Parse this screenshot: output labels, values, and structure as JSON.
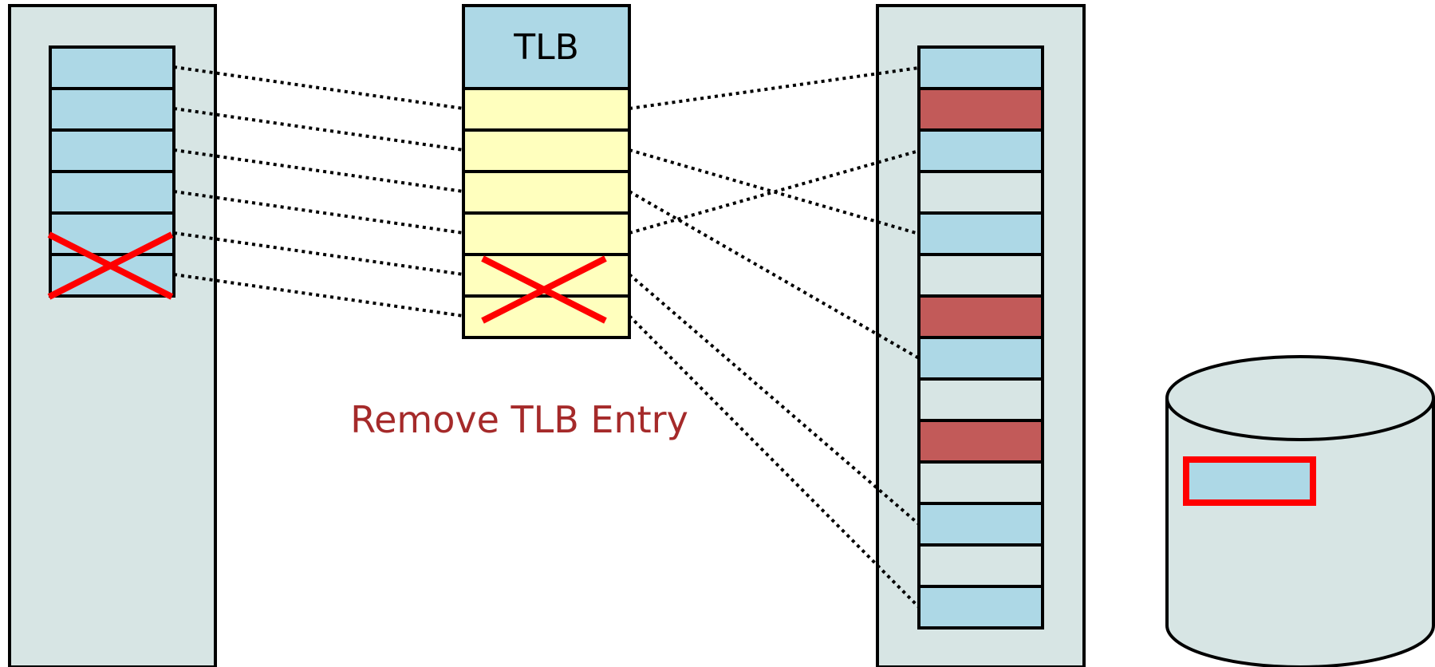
{
  "tlb": {
    "title": "TLB",
    "entry_count": 6,
    "removed_entry": 6
  },
  "virtual_pages": {
    "count": 6,
    "removed_page": 6
  },
  "physical_frames": {
    "states": [
      "blue",
      "red",
      "blue",
      "empty",
      "blue",
      "empty",
      "red",
      "blue",
      "empty",
      "red",
      "empty",
      "blue",
      "empty",
      "blue"
    ]
  },
  "mappings": [
    {
      "tlb_entry": 1,
      "frame": 1
    },
    {
      "tlb_entry": 2,
      "frame": 5
    },
    {
      "tlb_entry": 3,
      "frame": 8
    },
    {
      "tlb_entry": 4,
      "frame": 3
    },
    {
      "tlb_entry": 5,
      "frame": 12
    },
    {
      "tlb_entry": 6,
      "frame": 14
    }
  ],
  "caption": "Remove TLB Entry",
  "colors": {
    "memory_bg": "#d7e5e4",
    "page_blue": "#add8e6",
    "tlb_entry": "#ffffbe",
    "frame_red": "#c25a59",
    "cross": "#ff0000",
    "caption": "#a52a2a",
    "stroke": "#000000"
  }
}
